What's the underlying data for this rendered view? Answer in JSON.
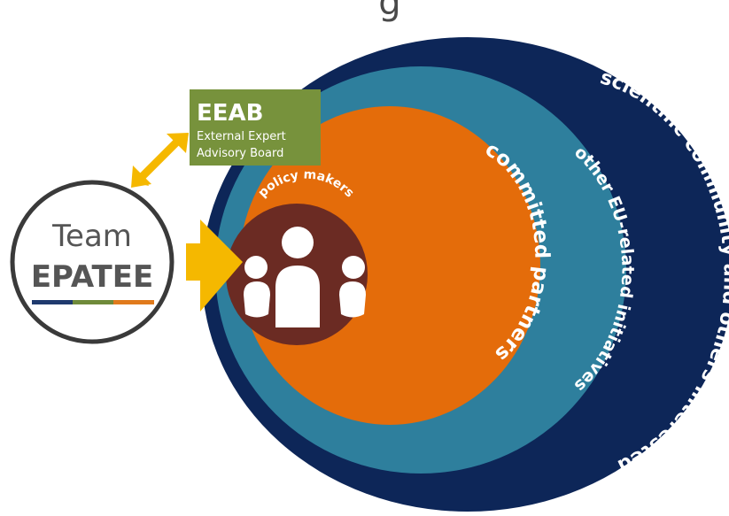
{
  "header": {
    "title_fragment": "g"
  },
  "team": {
    "line1": "Team",
    "line2": "EPATEE",
    "bar_colors": [
      "#1f3a6e",
      "#6f8a3a",
      "#e07a1c"
    ]
  },
  "eeab": {
    "title": "EEAB",
    "line1": "External Expert",
    "line2": "Advisory Board",
    "color": "#77923c"
  },
  "rings": [
    {
      "label": "scientific community and others interested",
      "color": "#0d2658"
    },
    {
      "label": "other EU-related initiatives",
      "color": "#2e7f9d"
    },
    {
      "label": "committed partners",
      "color": "#e46c0a"
    }
  ],
  "core": {
    "label": "policy makers",
    "color": "#6b2b23"
  },
  "colors": {
    "arrow": "#f5b800",
    "team_circle": "#3a3a3a"
  }
}
